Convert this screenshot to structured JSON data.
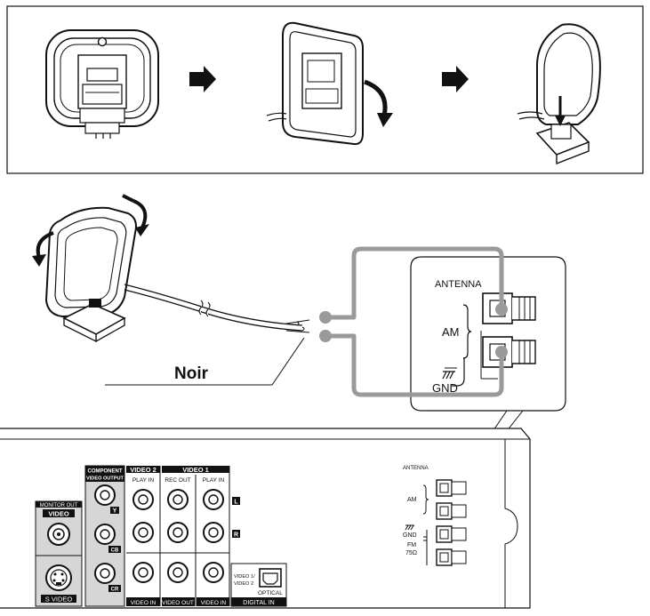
{
  "callout": {
    "wire_label": "Noir"
  },
  "antenna_panel": {
    "title": "ANTENNA",
    "am_label": "AM",
    "gnd_label": "GND"
  },
  "rear_panel": {
    "component_header": "COMPONENT\nVIDEO OUTPUT",
    "video2_header": "VIDEO 2",
    "video1_header": "VIDEO 1",
    "play_in_1": "PLAY IN",
    "rec_out": "REC OUT",
    "play_in_2": "PLAY IN",
    "monitor_out": "MONITOR OUT",
    "video_label": "VIDEO",
    "s_video_label": "S VIDEO",
    "y_badge": "Y",
    "cb_badge": "CB",
    "cr_badge": "CR",
    "l_badge": "L",
    "r_badge": "R",
    "video_in_1": "VIDEO IN",
    "video_out": "VIDEO OUT",
    "video_in_2": "VIDEO IN",
    "optical_source": "VIDEO 1/\nVIDEO 2",
    "optical_label": "OPTICAL",
    "digital_in": "DIGITAL IN",
    "small_antenna": "ANTENNA",
    "small_am": "AM",
    "small_gnd": "GND",
    "small_fm": "FM",
    "small_fm_ohm": "75Ω"
  },
  "colors": {
    "ink": "#111111",
    "wire_gray": "#9a9a9a",
    "panel_gray": "#d6d6d6"
  }
}
